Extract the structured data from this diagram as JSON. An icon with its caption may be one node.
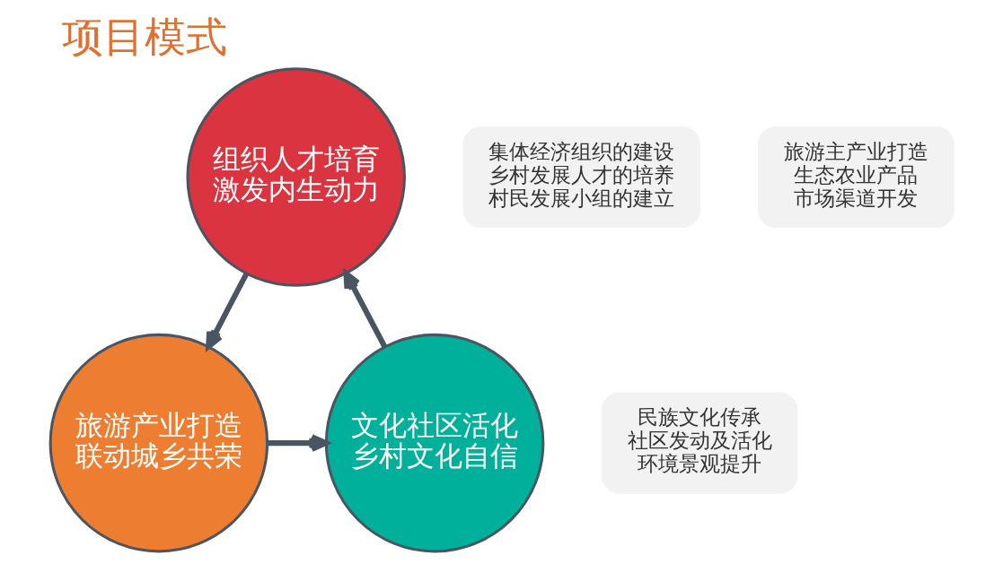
{
  "diagram": {
    "title": "项目模式",
    "nodes": [
      {
        "text": [
          "组织人才培育",
          "激发内生动力"
        ]
      },
      {
        "text": [
          "集体经济组织的建设",
          "乡村发展人才的培养",
          "村民发展小组的建立"
        ]
      },
      {
        "text": [
          "旅游主产业打造",
          "生态农业产品",
          "市场渠道开发"
        ]
      },
      {
        "text": [
          "旅游产业打造",
          "联动城乡共荣"
        ]
      },
      {
        "text": [
          "文化社区活化",
          "乡村文化自信"
        ]
      },
      {
        "text": [
          "民族文化传承",
          "社区发动及活化",
          "环境景观提升"
        ]
      }
    ],
    "edges": [
      {
        "from": 0,
        "to": 3,
        "arrow": "to"
      },
      {
        "from": 3,
        "to": 4,
        "arrow": "to"
      },
      {
        "from": 4,
        "to": 0,
        "arrow": "to"
      }
    ]
  }
}
